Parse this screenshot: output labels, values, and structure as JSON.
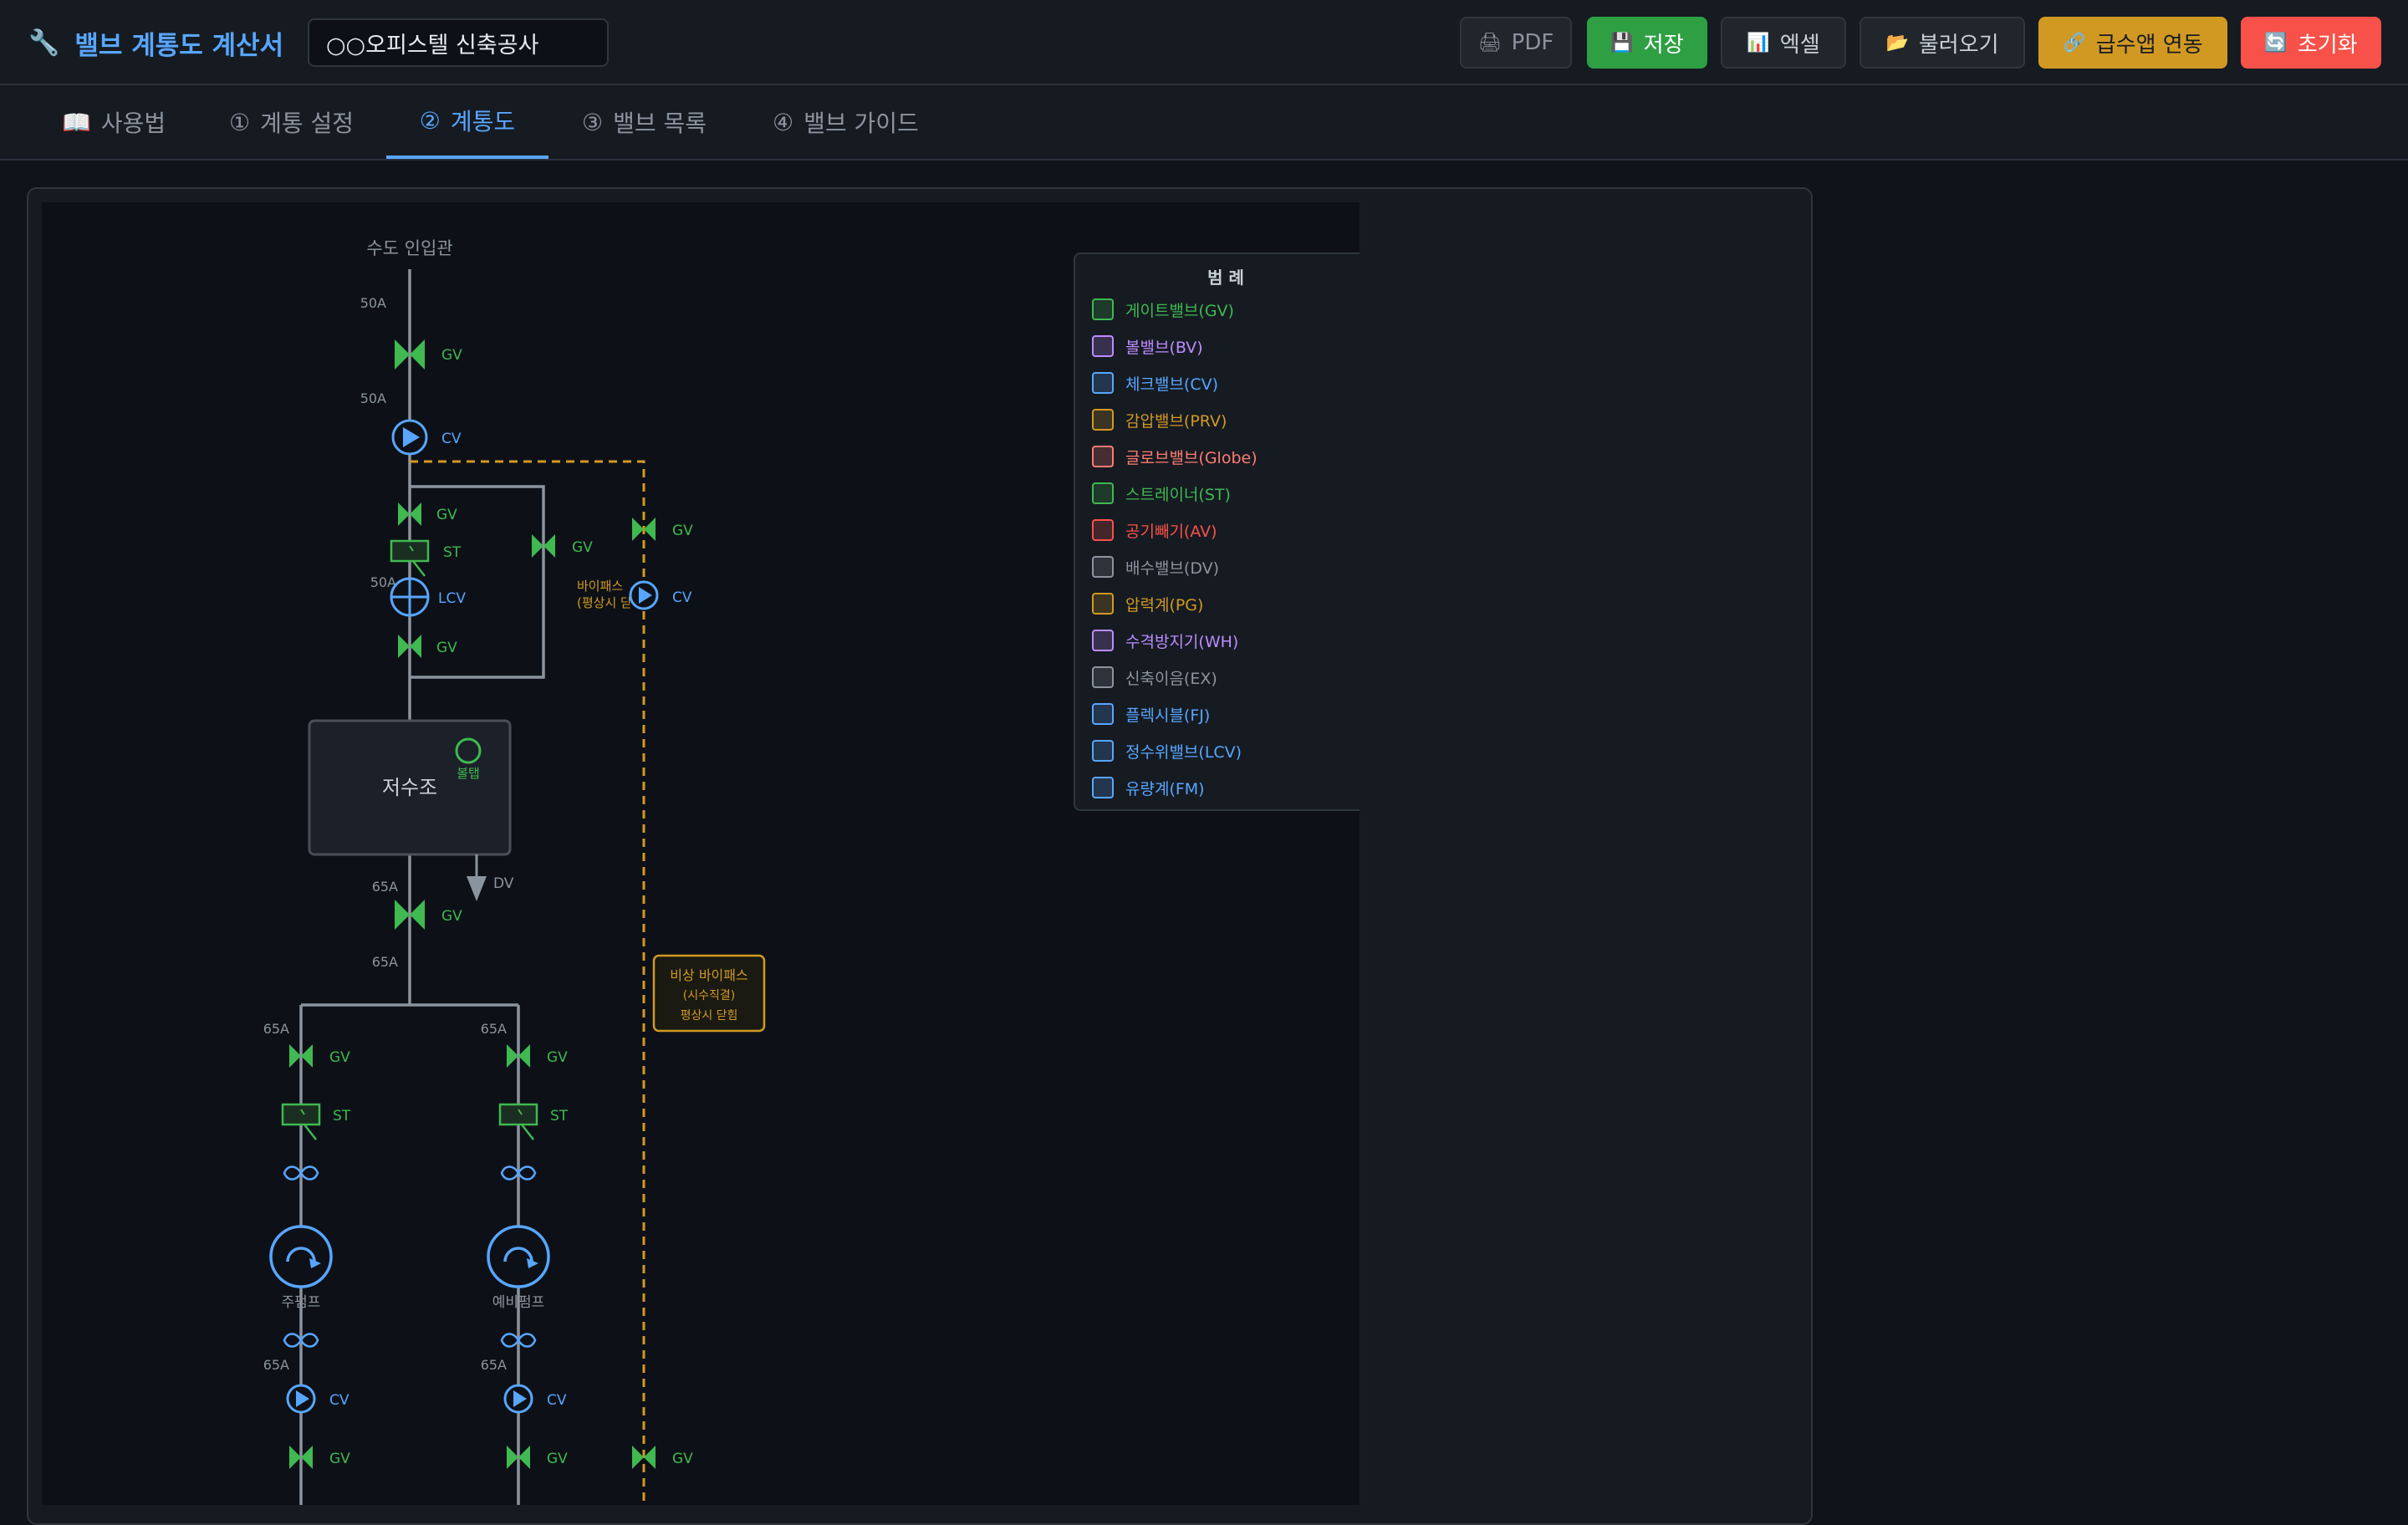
{
  "header": {
    "title": "밸브 계통도 계산서",
    "project_name": "○○오피스텔 신축공사",
    "buttons": {
      "pdf": "PDF",
      "save": "저장",
      "excel": "엑셀",
      "load": "불러오기",
      "link": "급수앱 연동",
      "reset": "초기화"
    }
  },
  "tabs": [
    {
      "icon": "📖",
      "label": "사용법"
    },
    {
      "icon": "①",
      "label": "계통 설정"
    },
    {
      "icon": "②",
      "label": "계통도"
    },
    {
      "icon": "③",
      "label": "밸브 목록"
    },
    {
      "icon": "④",
      "label": "밸브 가이드"
    }
  ],
  "active_tab": "계통도",
  "diagram": {
    "inlet_label": "수도 인입관",
    "size_50a": "50A",
    "size_65a": "65A",
    "tank_label": "저수조",
    "ball_tap_label": "볼탭",
    "gv": "GV",
    "cv": "CV",
    "st": "ST",
    "lcv": "LCV",
    "dv": "DV",
    "bypass_label_1": "바이패스",
    "bypass_label_2": "(평상시 닫",
    "emergency_bypass_1": "비상 바이패스",
    "emergency_bypass_2": "(시수직결)",
    "emergency_bypass_3": "평상시 닫힘",
    "main_pump": "주펌프",
    "spare_pump": "예비펌프"
  },
  "legend": {
    "title": "범 례",
    "items": [
      {
        "label": "게이트밸브(GV)",
        "color": "#3fb950"
      },
      {
        "label": "볼밸브(BV)",
        "color": "#bc8cff"
      },
      {
        "label": "체크밸브(CV)",
        "color": "#58a6ff"
      },
      {
        "label": "감압밸브(PRV)",
        "color": "#d29922"
      },
      {
        "label": "글로브밸브(Globe)",
        "color": "#ff7b72"
      },
      {
        "label": "스트레이너(ST)",
        "color": "#3fb950"
      },
      {
        "label": "공기빼기(AV)",
        "color": "#f85149"
      },
      {
        "label": "배수밸브(DV)",
        "color": "#8b949e"
      },
      {
        "label": "압력계(PG)",
        "color": "#d29922"
      },
      {
        "label": "수격방지기(WH)",
        "color": "#bc8cff"
      },
      {
        "label": "신축이음(EX)",
        "color": "#8b949e"
      },
      {
        "label": "플렉시블(FJ)",
        "color": "#58a6ff"
      },
      {
        "label": "정수위밸브(LCV)",
        "color": "#58a6ff"
      },
      {
        "label": "유량계(FM)",
        "color": "#58a6ff"
      }
    ]
  },
  "colors": {
    "pipe": "#8b949e",
    "gate": "#3fb950",
    "check": "#58a6ff",
    "bypass": "#d29922"
  }
}
